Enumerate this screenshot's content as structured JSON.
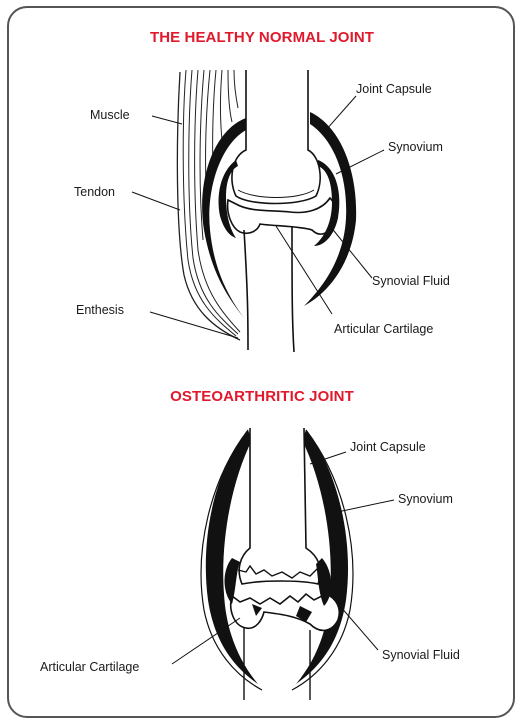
{
  "colors": {
    "title": "#e1192c",
    "ink": "#111111",
    "frame": "#555555",
    "background": "#ffffff"
  },
  "healthy": {
    "title": "THE HEALTHY NORMAL JOINT",
    "labels": {
      "muscle": "Muscle",
      "tendon": "Tendon",
      "enthesis": "Enthesis",
      "joint_capsule": "Joint Capsule",
      "synovium": "Synovium",
      "synovial_fluid": "Synovial Fluid",
      "articular_cartilage": "Articular Cartilage"
    }
  },
  "osteoarthritic": {
    "title": "OSTEOARTHRITIC JOINT",
    "labels": {
      "joint_capsule": "Joint Capsule",
      "synovium": "Synovium",
      "articular_cartilage": "Articular Cartilage",
      "synovial_fluid": "Synovial Fluid"
    }
  }
}
